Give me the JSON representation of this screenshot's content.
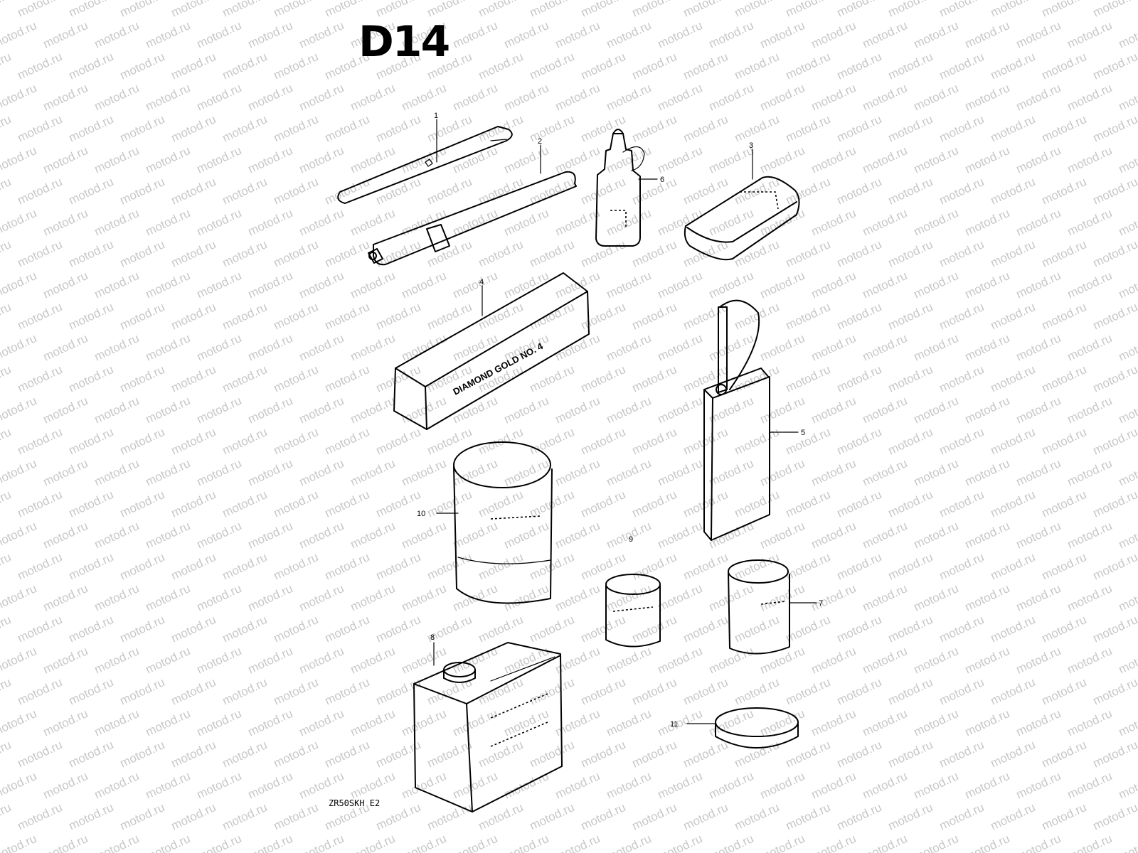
{
  "title": "D14",
  "drawing_code": "ZR50SKH E2",
  "watermark": "motod.ru",
  "callouts": [
    {
      "id": "c1",
      "label": "1"
    },
    {
      "id": "c2",
      "label": "2"
    },
    {
      "id": "c3",
      "label": "3"
    },
    {
      "id": "c4",
      "label": "4"
    },
    {
      "id": "c5",
      "label": "5"
    },
    {
      "id": "c6",
      "label": "6"
    },
    {
      "id": "c7",
      "label": "7"
    },
    {
      "id": "c8",
      "label": "8"
    },
    {
      "id": "c9",
      "label": "9"
    },
    {
      "id": "c10",
      "label": "10"
    },
    {
      "id": "c11",
      "label": "11"
    }
  ],
  "printed_text": {
    "box4_side": "DIAMOND GOLD NO. 4"
  }
}
